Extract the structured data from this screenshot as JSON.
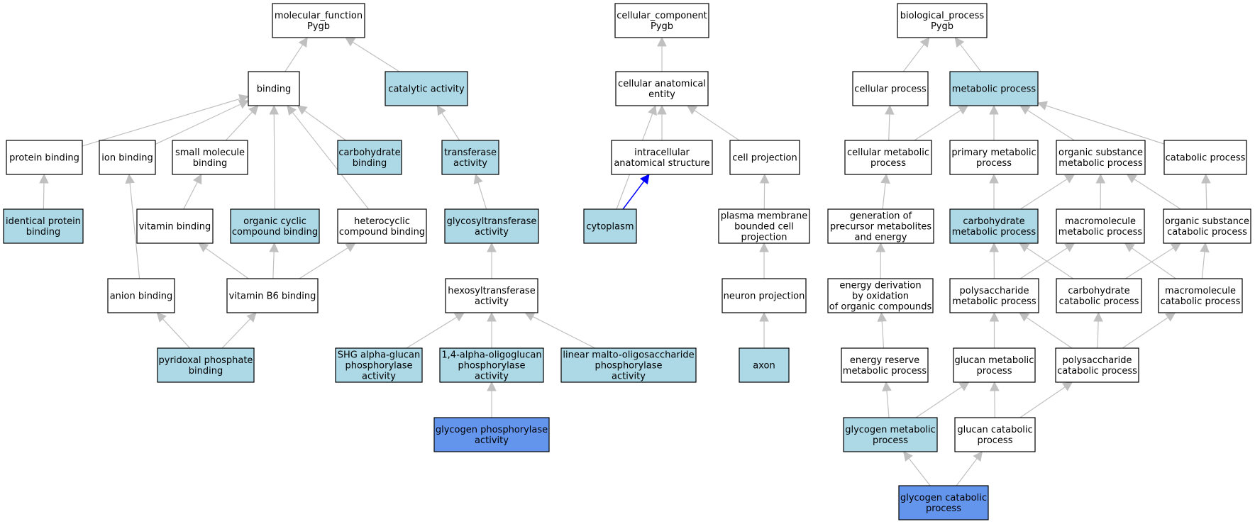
{
  "colors": {
    "white": "#ffffff",
    "light": "#add8e6",
    "highlight": "#6495ed",
    "edge": "#c0c0c0",
    "edge_highlight": "#0000ff",
    "border": "#000000"
  },
  "nodes": [
    {
      "id": "mf",
      "lines": [
        "molecular_function",
        "Pygb"
      ],
      "fill": "white"
    },
    {
      "id": "binding",
      "lines": [
        "binding"
      ],
      "fill": "white"
    },
    {
      "id": "catalytic",
      "lines": [
        "catalytic activity"
      ],
      "fill": "light"
    },
    {
      "id": "protein_binding",
      "lines": [
        "protein binding"
      ],
      "fill": "white"
    },
    {
      "id": "ion_binding",
      "lines": [
        "ion binding"
      ],
      "fill": "white"
    },
    {
      "id": "small_mol",
      "lines": [
        "small molecule",
        "binding"
      ],
      "fill": "white"
    },
    {
      "id": "carb_binding",
      "lines": [
        "carbohydrate",
        "binding"
      ],
      "fill": "light"
    },
    {
      "id": "transferase",
      "lines": [
        "transferase",
        "activity"
      ],
      "fill": "light"
    },
    {
      "id": "identical",
      "lines": [
        "identical protein",
        "binding"
      ],
      "fill": "light"
    },
    {
      "id": "vitamin",
      "lines": [
        "vitamin binding"
      ],
      "fill": "white"
    },
    {
      "id": "organic_cyclic",
      "lines": [
        "organic cyclic",
        "compound binding"
      ],
      "fill": "light"
    },
    {
      "id": "heterocyclic",
      "lines": [
        "heterocyclic",
        "compound binding"
      ],
      "fill": "white"
    },
    {
      "id": "glycosyl",
      "lines": [
        "glycosyltransferase",
        "activity"
      ],
      "fill": "light"
    },
    {
      "id": "anion",
      "lines": [
        "anion binding"
      ],
      "fill": "white"
    },
    {
      "id": "b6",
      "lines": [
        "vitamin B6 binding"
      ],
      "fill": "white"
    },
    {
      "id": "hexosyl",
      "lines": [
        "hexosyltransferase",
        "activity"
      ],
      "fill": "white"
    },
    {
      "id": "pyridoxal",
      "lines": [
        "pyridoxal phosphate",
        "binding"
      ],
      "fill": "light"
    },
    {
      "id": "shg",
      "lines": [
        "SHG alpha-glucan",
        "phosphorylase",
        "activity"
      ],
      "fill": "light"
    },
    {
      "id": "oligo",
      "lines": [
        "1,4-alpha-oligoglucan",
        "phosphorylase",
        "activity"
      ],
      "fill": "light"
    },
    {
      "id": "malto",
      "lines": [
        "linear malto-oligosaccharide",
        "phosphorylase",
        "activity"
      ],
      "fill": "light"
    },
    {
      "id": "glycogen_phos",
      "lines": [
        "glycogen phosphorylase",
        "activity"
      ],
      "fill": "highlight"
    },
    {
      "id": "cc",
      "lines": [
        "cellular_component",
        "Pygb"
      ],
      "fill": "white"
    },
    {
      "id": "cae",
      "lines": [
        "cellular anatomical",
        "entity"
      ],
      "fill": "white"
    },
    {
      "id": "ias",
      "lines": [
        "intracellular",
        "anatomical structure"
      ],
      "fill": "white"
    },
    {
      "id": "cell_proj",
      "lines": [
        "cell projection"
      ],
      "fill": "white"
    },
    {
      "id": "cytoplasm",
      "lines": [
        "cytoplasm"
      ],
      "fill": "light"
    },
    {
      "id": "pm_proj",
      "lines": [
        "plasma membrane",
        "bounded cell",
        "projection"
      ],
      "fill": "white"
    },
    {
      "id": "neuron_proj",
      "lines": [
        "neuron projection"
      ],
      "fill": "white"
    },
    {
      "id": "axon",
      "lines": [
        "axon"
      ],
      "fill": "light"
    },
    {
      "id": "bp",
      "lines": [
        "biological_process",
        "Pygb"
      ],
      "fill": "white"
    },
    {
      "id": "cell_process",
      "lines": [
        "cellular process"
      ],
      "fill": "white"
    },
    {
      "id": "metabolic",
      "lines": [
        "metabolic process"
      ],
      "fill": "light"
    },
    {
      "id": "cell_met",
      "lines": [
        "cellular metabolic",
        "process"
      ],
      "fill": "white"
    },
    {
      "id": "primary_met",
      "lines": [
        "primary metabolic",
        "process"
      ],
      "fill": "white"
    },
    {
      "id": "org_sub_met",
      "lines": [
        "organic substance",
        "metabolic process"
      ],
      "fill": "white"
    },
    {
      "id": "catabolic",
      "lines": [
        "catabolic process"
      ],
      "fill": "white"
    },
    {
      "id": "gen_precursor",
      "lines": [
        "generation of",
        "precursor metabolites",
        "and energy"
      ],
      "fill": "white"
    },
    {
      "id": "carb_met",
      "lines": [
        "carbohydrate",
        "metabolic process"
      ],
      "fill": "light"
    },
    {
      "id": "macro_met",
      "lines": [
        "macromolecule",
        "metabolic process"
      ],
      "fill": "white"
    },
    {
      "id": "org_sub_cat",
      "lines": [
        "organic substance",
        "catabolic process"
      ],
      "fill": "white"
    },
    {
      "id": "energy_deriv",
      "lines": [
        "energy derivation",
        "by oxidation",
        "of organic compounds"
      ],
      "fill": "white"
    },
    {
      "id": "poly_met",
      "lines": [
        "polysaccharide",
        "metabolic process"
      ],
      "fill": "white"
    },
    {
      "id": "carb_cat",
      "lines": [
        "carbohydrate",
        "catabolic process"
      ],
      "fill": "white"
    },
    {
      "id": "macro_cat",
      "lines": [
        "macromolecule",
        "catabolic process"
      ],
      "fill": "white"
    },
    {
      "id": "energy_res",
      "lines": [
        "energy reserve",
        "metabolic process"
      ],
      "fill": "white"
    },
    {
      "id": "glucan_met",
      "lines": [
        "glucan metabolic",
        "process"
      ],
      "fill": "white"
    },
    {
      "id": "poly_cat",
      "lines": [
        "polysaccharide",
        "catabolic process"
      ],
      "fill": "white"
    },
    {
      "id": "glycogen_met",
      "lines": [
        "glycogen metabolic",
        "process"
      ],
      "fill": "light"
    },
    {
      "id": "glucan_cat",
      "lines": [
        "glucan catabolic",
        "process"
      ],
      "fill": "white"
    },
    {
      "id": "glycogen_cat",
      "lines": [
        "glycogen catabolic",
        "process"
      ],
      "fill": "highlight"
    }
  ],
  "edges": [
    {
      "from": "binding",
      "to": "mf"
    },
    {
      "from": "catalytic",
      "to": "mf"
    },
    {
      "from": "protein_binding",
      "to": "binding"
    },
    {
      "from": "ion_binding",
      "to": "binding"
    },
    {
      "from": "small_mol",
      "to": "binding"
    },
    {
      "from": "carb_binding",
      "to": "binding"
    },
    {
      "from": "organic_cyclic",
      "to": "binding"
    },
    {
      "from": "heterocyclic",
      "to": "binding"
    },
    {
      "from": "transferase",
      "to": "catalytic"
    },
    {
      "from": "identical",
      "to": "protein_binding"
    },
    {
      "from": "vitamin",
      "to": "small_mol"
    },
    {
      "from": "glycosyl",
      "to": "transferase"
    },
    {
      "from": "anion",
      "to": "ion_binding"
    },
    {
      "from": "b6",
      "to": "vitamin"
    },
    {
      "from": "b6",
      "to": "organic_cyclic"
    },
    {
      "from": "b6",
      "to": "heterocyclic"
    },
    {
      "from": "hexosyl",
      "to": "glycosyl"
    },
    {
      "from": "pyridoxal",
      "to": "anion"
    },
    {
      "from": "pyridoxal",
      "to": "b6"
    },
    {
      "from": "shg",
      "to": "hexosyl"
    },
    {
      "from": "oligo",
      "to": "hexosyl"
    },
    {
      "from": "malto",
      "to": "hexosyl"
    },
    {
      "from": "glycogen_phos",
      "to": "oligo"
    },
    {
      "from": "cae",
      "to": "cc"
    },
    {
      "from": "ias",
      "to": "cae"
    },
    {
      "from": "cell_proj",
      "to": "cae"
    },
    {
      "from": "cytoplasm",
      "to": "cae"
    },
    {
      "from": "cytoplasm",
      "to": "ias",
      "highlight": true
    },
    {
      "from": "pm_proj",
      "to": "cell_proj"
    },
    {
      "from": "neuron_proj",
      "to": "pm_proj"
    },
    {
      "from": "axon",
      "to": "neuron_proj"
    },
    {
      "from": "cell_process",
      "to": "bp"
    },
    {
      "from": "metabolic",
      "to": "bp"
    },
    {
      "from": "cell_met",
      "to": "cell_process"
    },
    {
      "from": "cell_met",
      "to": "metabolic"
    },
    {
      "from": "primary_met",
      "to": "metabolic"
    },
    {
      "from": "org_sub_met",
      "to": "metabolic"
    },
    {
      "from": "catabolic",
      "to": "metabolic"
    },
    {
      "from": "gen_precursor",
      "to": "cell_met"
    },
    {
      "from": "carb_met",
      "to": "primary_met"
    },
    {
      "from": "carb_met",
      "to": "org_sub_met"
    },
    {
      "from": "macro_met",
      "to": "org_sub_met"
    },
    {
      "from": "org_sub_cat",
      "to": "org_sub_met"
    },
    {
      "from": "org_sub_cat",
      "to": "catabolic"
    },
    {
      "from": "energy_deriv",
      "to": "gen_precursor"
    },
    {
      "from": "poly_met",
      "to": "carb_met"
    },
    {
      "from": "poly_met",
      "to": "macro_met"
    },
    {
      "from": "carb_cat",
      "to": "carb_met"
    },
    {
      "from": "carb_cat",
      "to": "org_sub_cat"
    },
    {
      "from": "macro_cat",
      "to": "macro_met"
    },
    {
      "from": "macro_cat",
      "to": "org_sub_cat"
    },
    {
      "from": "energy_res",
      "to": "energy_deriv"
    },
    {
      "from": "glucan_met",
      "to": "poly_met"
    },
    {
      "from": "poly_cat",
      "to": "poly_met"
    },
    {
      "from": "poly_cat",
      "to": "carb_cat"
    },
    {
      "from": "poly_cat",
      "to": "macro_cat"
    },
    {
      "from": "glycogen_met",
      "to": "energy_res"
    },
    {
      "from": "glycogen_met",
      "to": "glucan_met"
    },
    {
      "from": "glucan_cat",
      "to": "glucan_met"
    },
    {
      "from": "glucan_cat",
      "to": "poly_cat"
    },
    {
      "from": "glycogen_cat",
      "to": "glycogen_met"
    },
    {
      "from": "glycogen_cat",
      "to": "glucan_cat"
    }
  ]
}
